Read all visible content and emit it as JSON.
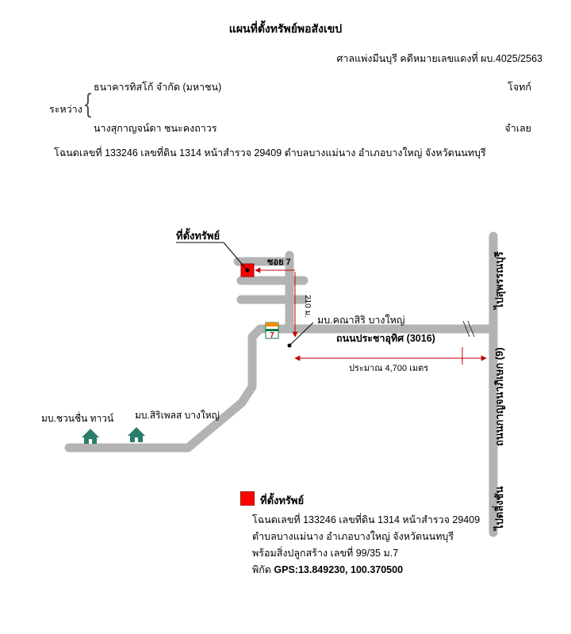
{
  "title": "แผนที่ตั้งทรัพย์พอสังเขป",
  "court_line": "ศาลแพ่งมีนบุรี คดีหมายเลขแดงที่ ผบ.4025/2563",
  "between_label": "ระหว่าง",
  "plaintiff": {
    "name": "ธนาคารทิสโก้ จำกัด (มหาชน)",
    "role": "โจทก์"
  },
  "defendant": {
    "name": "นางสุกาญจน์ดา ชนะคงถาวร",
    "role": "จำเลย"
  },
  "deed_line": "โฉนดเลขที่ 133246 เลขที่ดิน 1314 หน้าสำรวจ 29409 ตำบลบางแม่นาง อำเภอบางใหญ่ จังหวัดนนทบุรี",
  "map": {
    "property_label": "ที่ตั้งทรัพย์",
    "soi_label": "ซอย 7",
    "distance_210": "210 ม.",
    "village_main": "มบ.คณาสิริ บางใหญ่",
    "road_main": "ถนนประชาอุทิศ (3016)",
    "distance_4700": "ประมาณ 4,700 เมตร",
    "village_1": "มบ.ชวนชื่น ทาวน์",
    "village_2": "มบ.สิริเพลส บางใหญ่",
    "road_vertical": "ถนนกาญจนาภิเษก (9)",
    "to_north": "ไปสุพรรณบุรี",
    "to_south": "ไปตลิ่งชัน",
    "store_logo": "7",
    "road_color": "#b3b3b3",
    "property_color": "#ff0000",
    "arrow_color": "#c00000",
    "house_color": "#2a7d6a"
  },
  "legend": {
    "title": "ที่ตั้งทรัพย์",
    "line1": "โฉนดเลขที่ 133246 เลขที่ดิน 1314 หน้าสำรวจ 29409",
    "line2": "ตำบลบางแม่นาง อำเภอบางใหญ่ จังหวัดนนทบุรี",
    "line3": "พร้อมสิ่งปลูกสร้าง เลขที่ 99/35 ม.7",
    "gps_prefix": "พิกัด ",
    "gps": "GPS:13.849230, 100.370500"
  }
}
